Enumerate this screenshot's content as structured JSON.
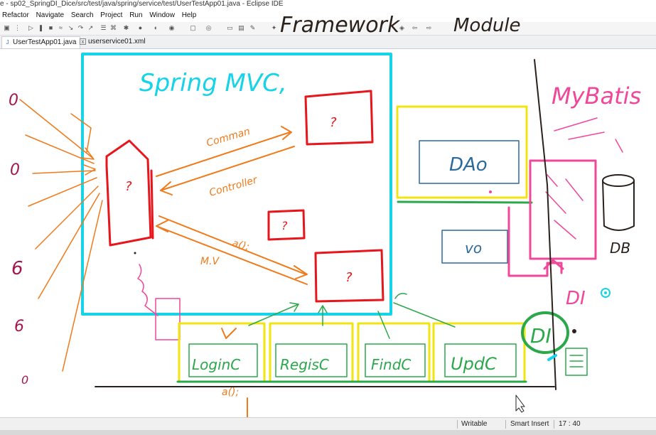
{
  "window": {
    "title": "e - sp02_SpringDI_Dice/src/test/java/spring/service/test/UserTestApp01.java - Eclipse IDE"
  },
  "menu": [
    "Refactor",
    "Navigate",
    "Search",
    "Project",
    "Run",
    "Window",
    "Help"
  ],
  "tabs": [
    {
      "label": "UserTestApp01.java",
      "active": true,
      "icon": "java-file-icon"
    },
    {
      "label": "userservice01.xml",
      "active": false,
      "icon": "xml-file-icon"
    }
  ],
  "status": {
    "writable": "Writable",
    "insert_mode": "Smart Insert",
    "position": "17 : 40"
  },
  "annotations": {
    "framework": "Framework",
    "module": "Module",
    "spring_mvc": "Spring MVC,",
    "mybatis": "MyBatis",
    "front_box": "?",
    "top_controller": "?",
    "small_box": "?",
    "bottom_controller": "?",
    "command": "Comman",
    "controller": "Controller",
    "ac_top": "a();",
    "mv": "M.V",
    "dao": "DAo",
    "vo": "vo",
    "db": "DB",
    "di_mid": "DI",
    "di_circle": "DI",
    "components": [
      "LoginC",
      "RegisC",
      "FindC",
      "UpdC"
    ],
    "ac_bottom": "a();",
    "clients": [
      "0",
      "0",
      "6",
      "6",
      "0"
    ]
  },
  "colors": {
    "cyan": "#17d3e8",
    "red": "#e8151b",
    "orange": "#f07a1a",
    "yellow": "#f1e40f",
    "green": "#2aa84a",
    "blue": "#2b6a9b",
    "pink": "#f0479a",
    "maroon": "#a1184e",
    "dark": "#2b211c"
  }
}
